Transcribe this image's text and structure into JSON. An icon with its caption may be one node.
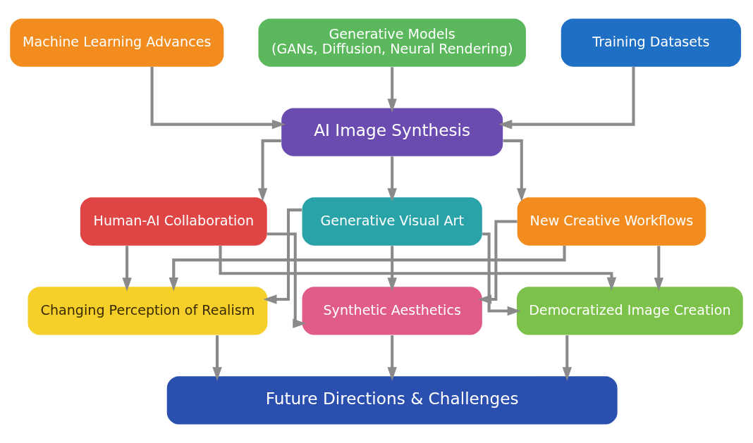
{
  "diagram": {
    "nodes": [
      {
        "text": [
          "Machine Learning Advances"
        ]
      },
      {
        "text": [
          "Generative Models",
          "(GANs, Diffusion, Neural Rendering)"
        ]
      },
      {
        "text": [
          "Training Datasets"
        ]
      },
      {
        "text": [
          "AI Image Synthesis"
        ]
      },
      {
        "text": [
          "Human-AI Collaboration"
        ]
      },
      {
        "text": [
          "Generative Visual Art"
        ]
      },
      {
        "text": [
          "New Creative Workflows"
        ]
      },
      {
        "text": [
          "Changing Perception of Realism"
        ]
      },
      {
        "text": [
          "Synthetic Aesthetics"
        ]
      },
      {
        "text": [
          "Democratized Image Creation"
        ]
      },
      {
        "text": [
          "Future Directions & Challenges"
        ]
      }
    ],
    "edges": [
      {
        "from": 0,
        "to": 3,
        "arrow": "to"
      },
      {
        "from": 1,
        "to": 3,
        "arrow": "to"
      },
      {
        "from": 2,
        "to": 3,
        "arrow": "to"
      },
      {
        "from": 3,
        "to": 4,
        "arrow": "to"
      },
      {
        "from": 3,
        "to": 5,
        "arrow": "to"
      },
      {
        "from": 3,
        "to": 6,
        "arrow": "to"
      },
      {
        "from": 4,
        "to": 7,
        "arrow": "to"
      },
      {
        "from": 4,
        "to": 8,
        "arrow": "to"
      },
      {
        "from": 4,
        "to": 9,
        "arrow": "to"
      },
      {
        "from": 5,
        "to": 7,
        "arrow": "to"
      },
      {
        "from": 5,
        "to": 8,
        "arrow": "to"
      },
      {
        "from": 5,
        "to": 9,
        "arrow": "to"
      },
      {
        "from": 6,
        "to": 7,
        "arrow": "to"
      },
      {
        "from": 6,
        "to": 8,
        "arrow": "to"
      },
      {
        "from": 6,
        "to": 9,
        "arrow": "to"
      },
      {
        "from": 7,
        "to": 10,
        "arrow": "to"
      },
      {
        "from": 8,
        "to": 10,
        "arrow": "to"
      },
      {
        "from": 9,
        "to": 10,
        "arrow": "to"
      }
    ]
  }
}
